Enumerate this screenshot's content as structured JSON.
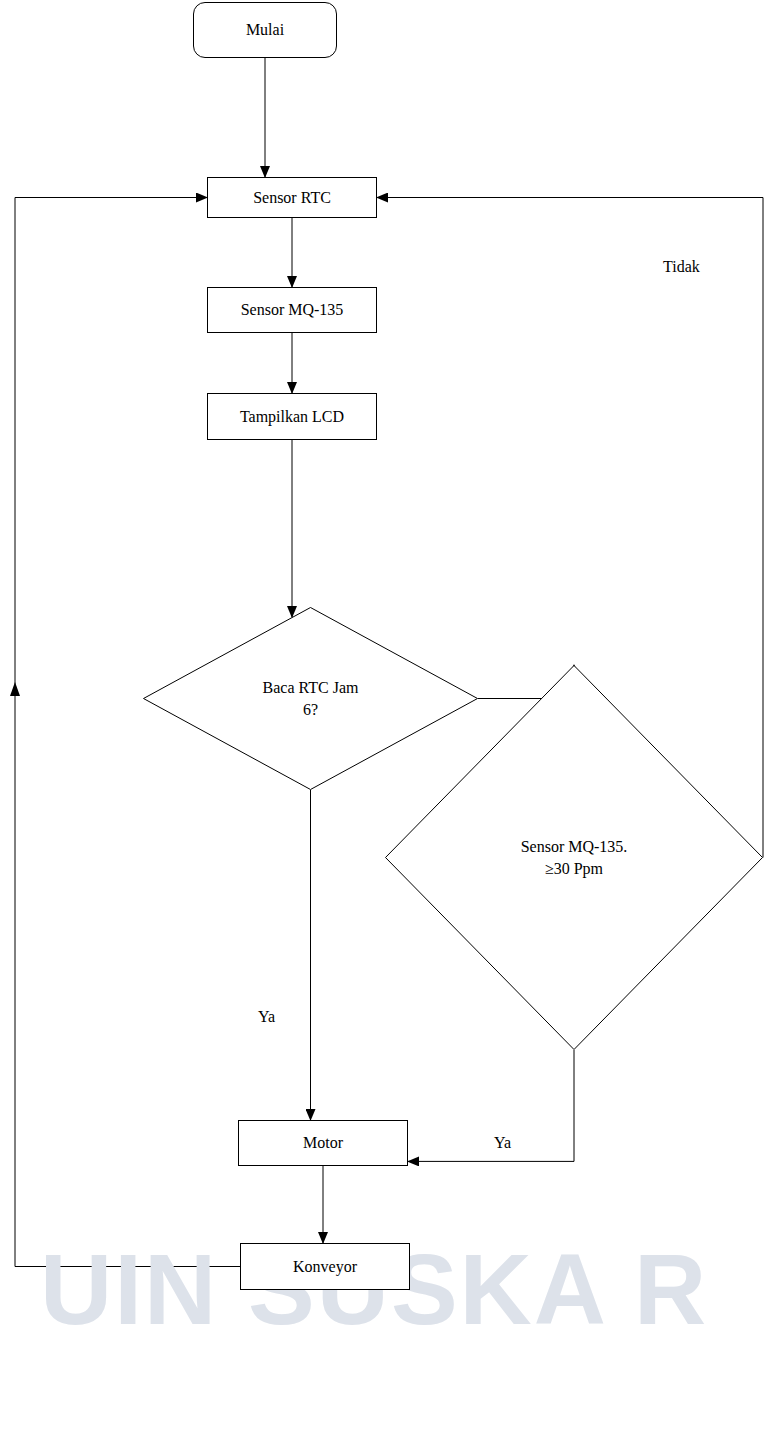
{
  "diagram": {
    "nodes": [
      {
        "text": [
          "Mulai"
        ]
      },
      {
        "text": [
          "Sensor RTC"
        ]
      },
      {
        "text": [
          "Sensor MQ-135"
        ]
      },
      {
        "text": [
          "Tampilkan LCD"
        ]
      },
      {
        "text": [
          "Baca RTC Jam 6?"
        ]
      },
      {
        "text": [
          "Sensor MQ-135. ≥30 Ppm"
        ]
      },
      {
        "text": [
          "Motor"
        ]
      },
      {
        "text": [
          "Konveyor"
        ]
      }
    ],
    "edges": [
      {
        "from": 0,
        "to": 1,
        "arrow": "to"
      },
      {
        "from": 1,
        "to": 2,
        "arrow": "to"
      },
      {
        "from": 2,
        "to": 3,
        "arrow": "to"
      },
      {
        "from": 3,
        "to": 4,
        "arrow": "to"
      },
      {
        "from": 4,
        "to": 6,
        "label": "Ya",
        "arrow": "to"
      },
      {
        "from": 4,
        "to": 5,
        "arrow": "to"
      },
      {
        "from": 5,
        "to": 6,
        "label": "Ya",
        "arrow": "to"
      },
      {
        "from": 5,
        "to": 1,
        "label": "Tidak",
        "arrow": "to"
      },
      {
        "from": 6,
        "to": 7,
        "arrow": "to"
      },
      {
        "from": 7,
        "to": 1,
        "arrow": "to"
      }
    ],
    "labels": [
      "UIN SUSKA R"
    ]
  }
}
